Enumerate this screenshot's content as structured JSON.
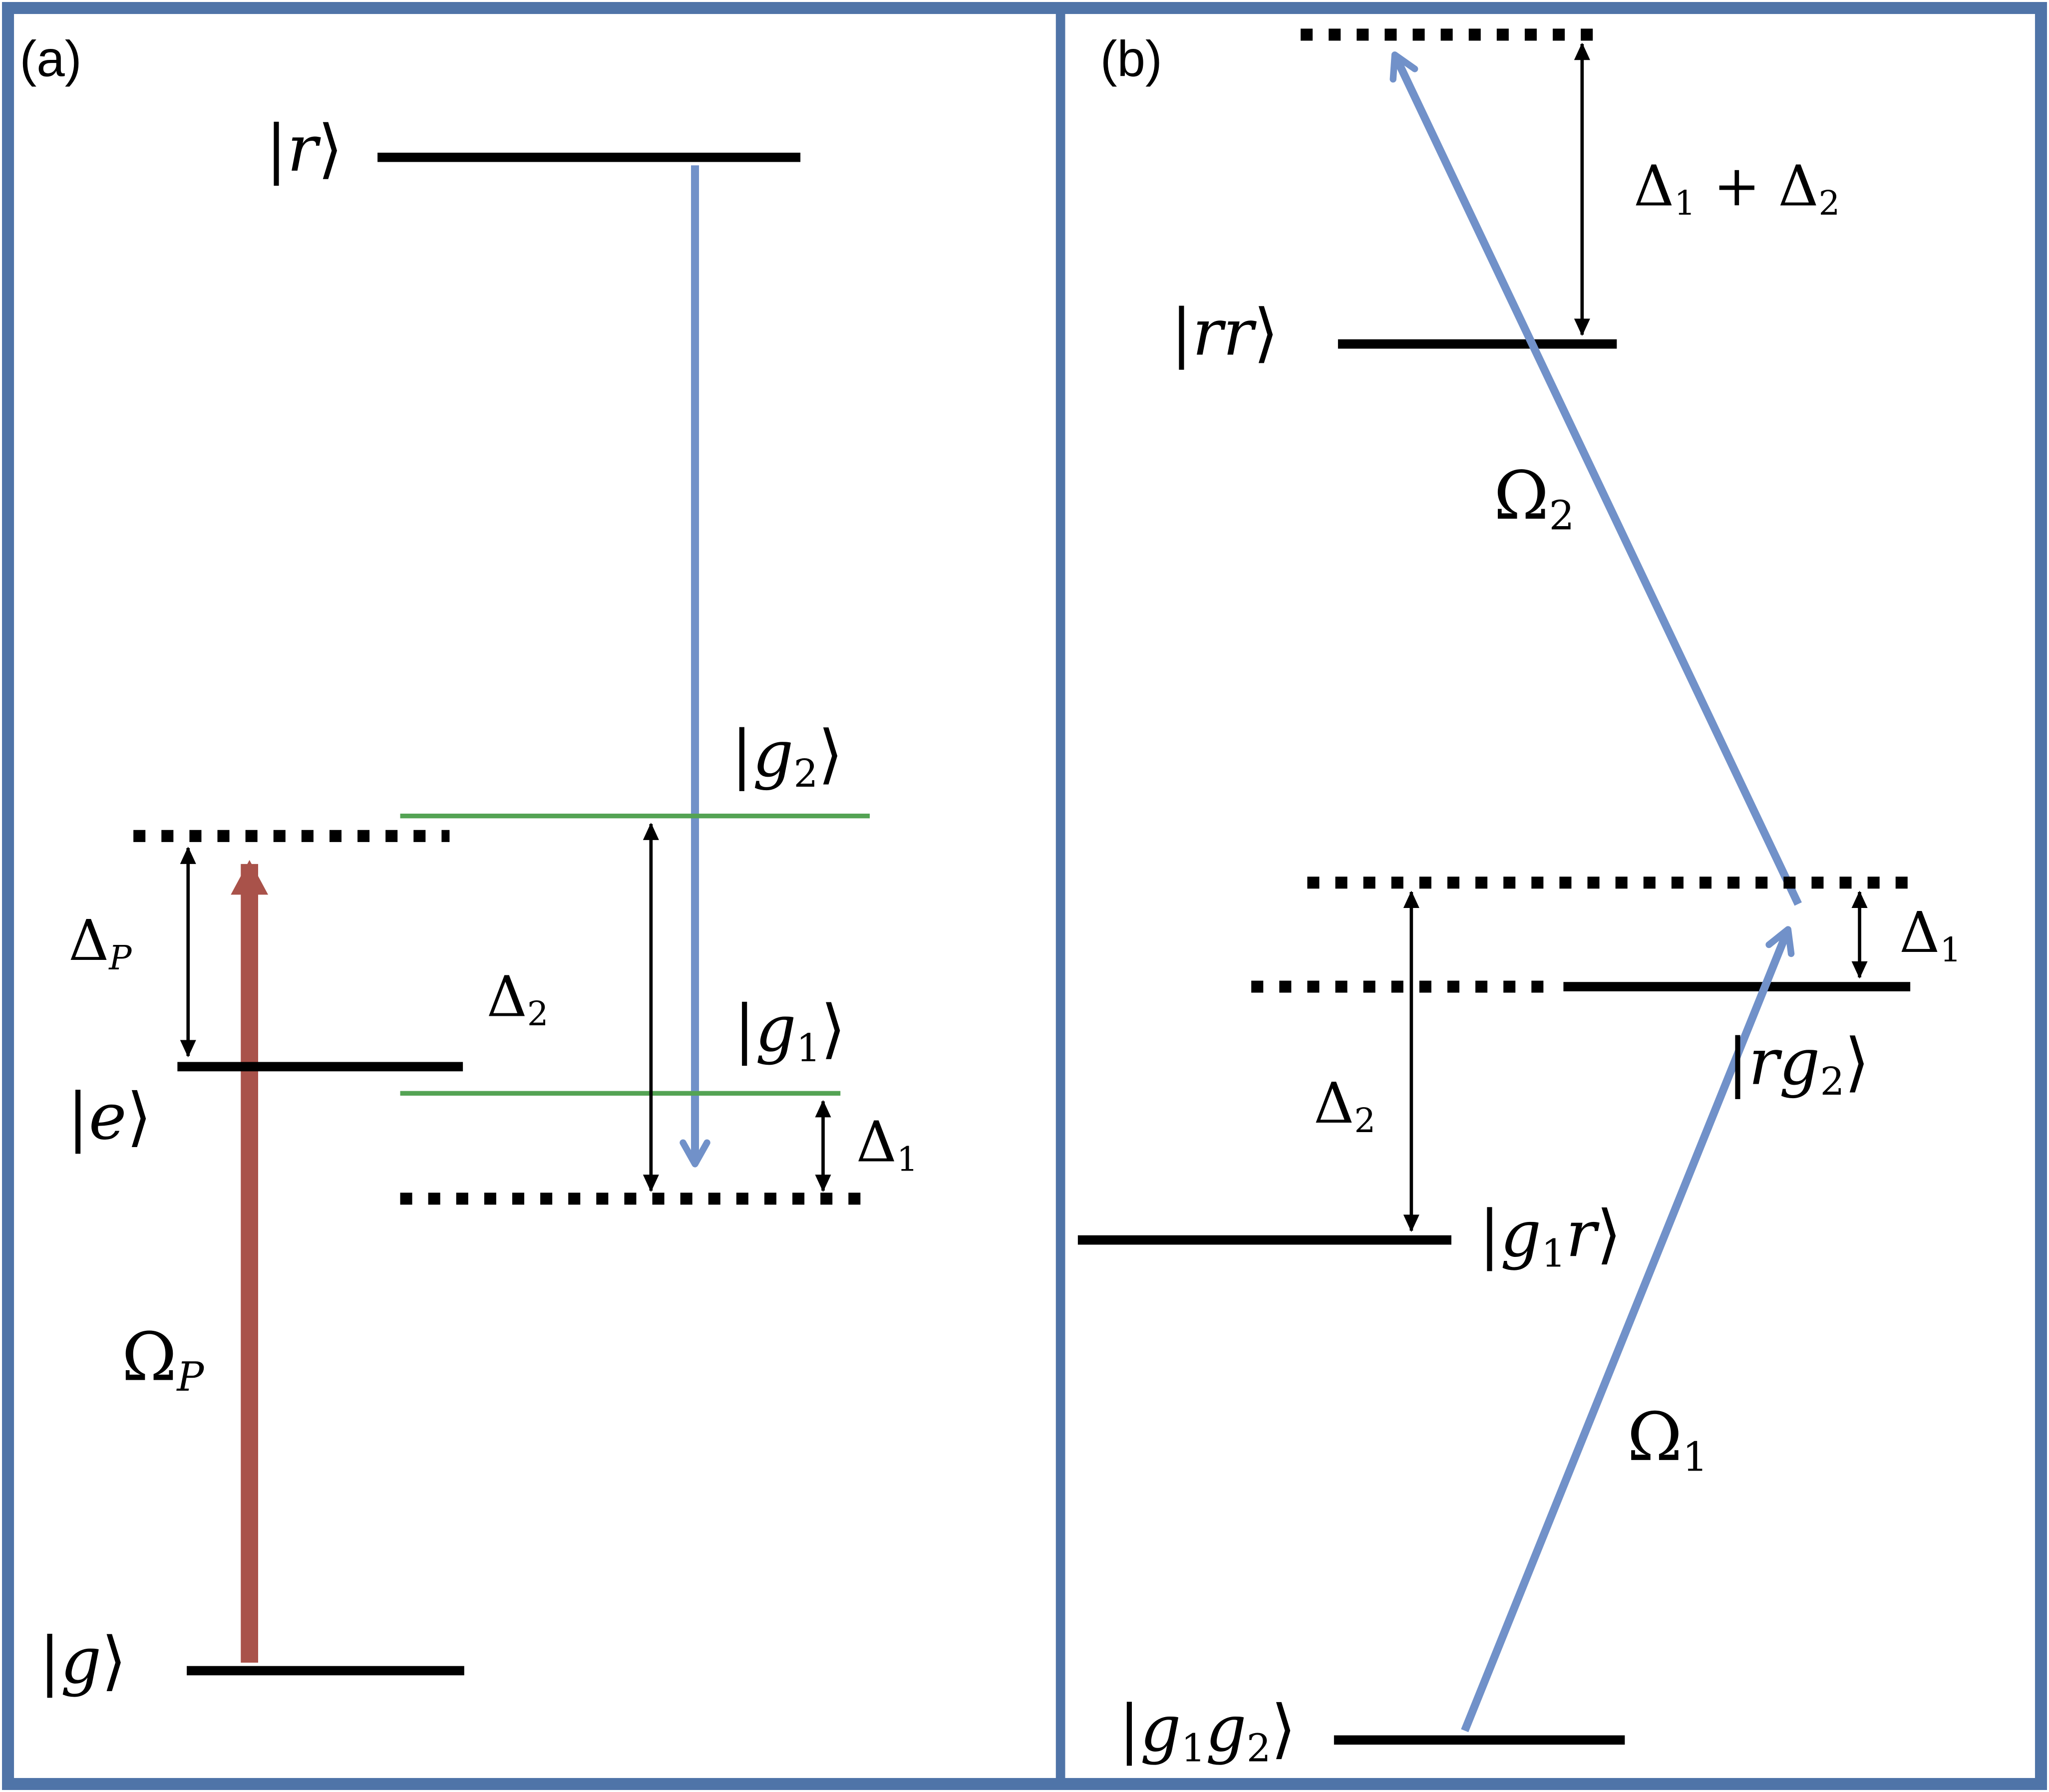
{
  "colors": {
    "frame": "#4f74a8",
    "blue_arrow": "#7191c9",
    "red_arrow": "#a9524a",
    "green_level": "#54a354",
    "ink": "#000000"
  },
  "panel_a": {
    "tag": "(a)",
    "labels": {
      "r": [
        {
          "t": "|"
        },
        {
          "i": "r"
        },
        {
          "t": "⟩"
        }
      ],
      "e": [
        {
          "t": "|"
        },
        {
          "i": "e"
        },
        {
          "t": "⟩"
        }
      ],
      "g": [
        {
          "t": "|"
        },
        {
          "i": "g"
        },
        {
          "t": "⟩"
        }
      ],
      "g1": [
        {
          "t": "|"
        },
        {
          "i": "g"
        },
        {
          "sub": "1"
        },
        {
          "t": "⟩"
        }
      ],
      "g2": [
        {
          "t": "|"
        },
        {
          "i": "g"
        },
        {
          "sub": "2"
        },
        {
          "t": "⟩"
        }
      ],
      "delta_P": [
        {
          "t": "Δ"
        },
        {
          "subi": "P"
        }
      ],
      "delta_1": [
        {
          "t": "Δ"
        },
        {
          "sub": "1"
        }
      ],
      "delta_2": [
        {
          "t": "Δ"
        },
        {
          "sub": "2"
        }
      ],
      "omega_P": [
        {
          "t": "Ω"
        },
        {
          "subi": "P"
        }
      ]
    }
  },
  "panel_b": {
    "tag": "(b)",
    "labels": {
      "rr": [
        {
          "t": "|"
        },
        {
          "i": "rr"
        },
        {
          "t": "⟩"
        }
      ],
      "rg2": [
        {
          "t": "|"
        },
        {
          "i": "rg"
        },
        {
          "sub": "2"
        },
        {
          "t": "⟩"
        }
      ],
      "g1r": [
        {
          "t": "|"
        },
        {
          "i": "g"
        },
        {
          "sub": "1"
        },
        {
          "i": "r"
        },
        {
          "t": "⟩"
        }
      ],
      "g1g2": [
        {
          "t": "|"
        },
        {
          "i": "g"
        },
        {
          "sub": "1"
        },
        {
          "i": "g"
        },
        {
          "sub": "2"
        },
        {
          "t": "⟩"
        }
      ],
      "delta_sum": [
        {
          "t": "Δ"
        },
        {
          "sub": "1"
        },
        {
          "t": " + "
        },
        {
          "t": "Δ"
        },
        {
          "sub": "2"
        }
      ],
      "delta_1": [
        {
          "t": "Δ"
        },
        {
          "sub": "1"
        }
      ],
      "delta_2": [
        {
          "t": "Δ"
        },
        {
          "sub": "2"
        }
      ],
      "omega_1": [
        {
          "t": "Ω"
        },
        {
          "sub": "1"
        }
      ],
      "omega_2": [
        {
          "t": "Ω"
        },
        {
          "sub": "2"
        }
      ]
    }
  }
}
